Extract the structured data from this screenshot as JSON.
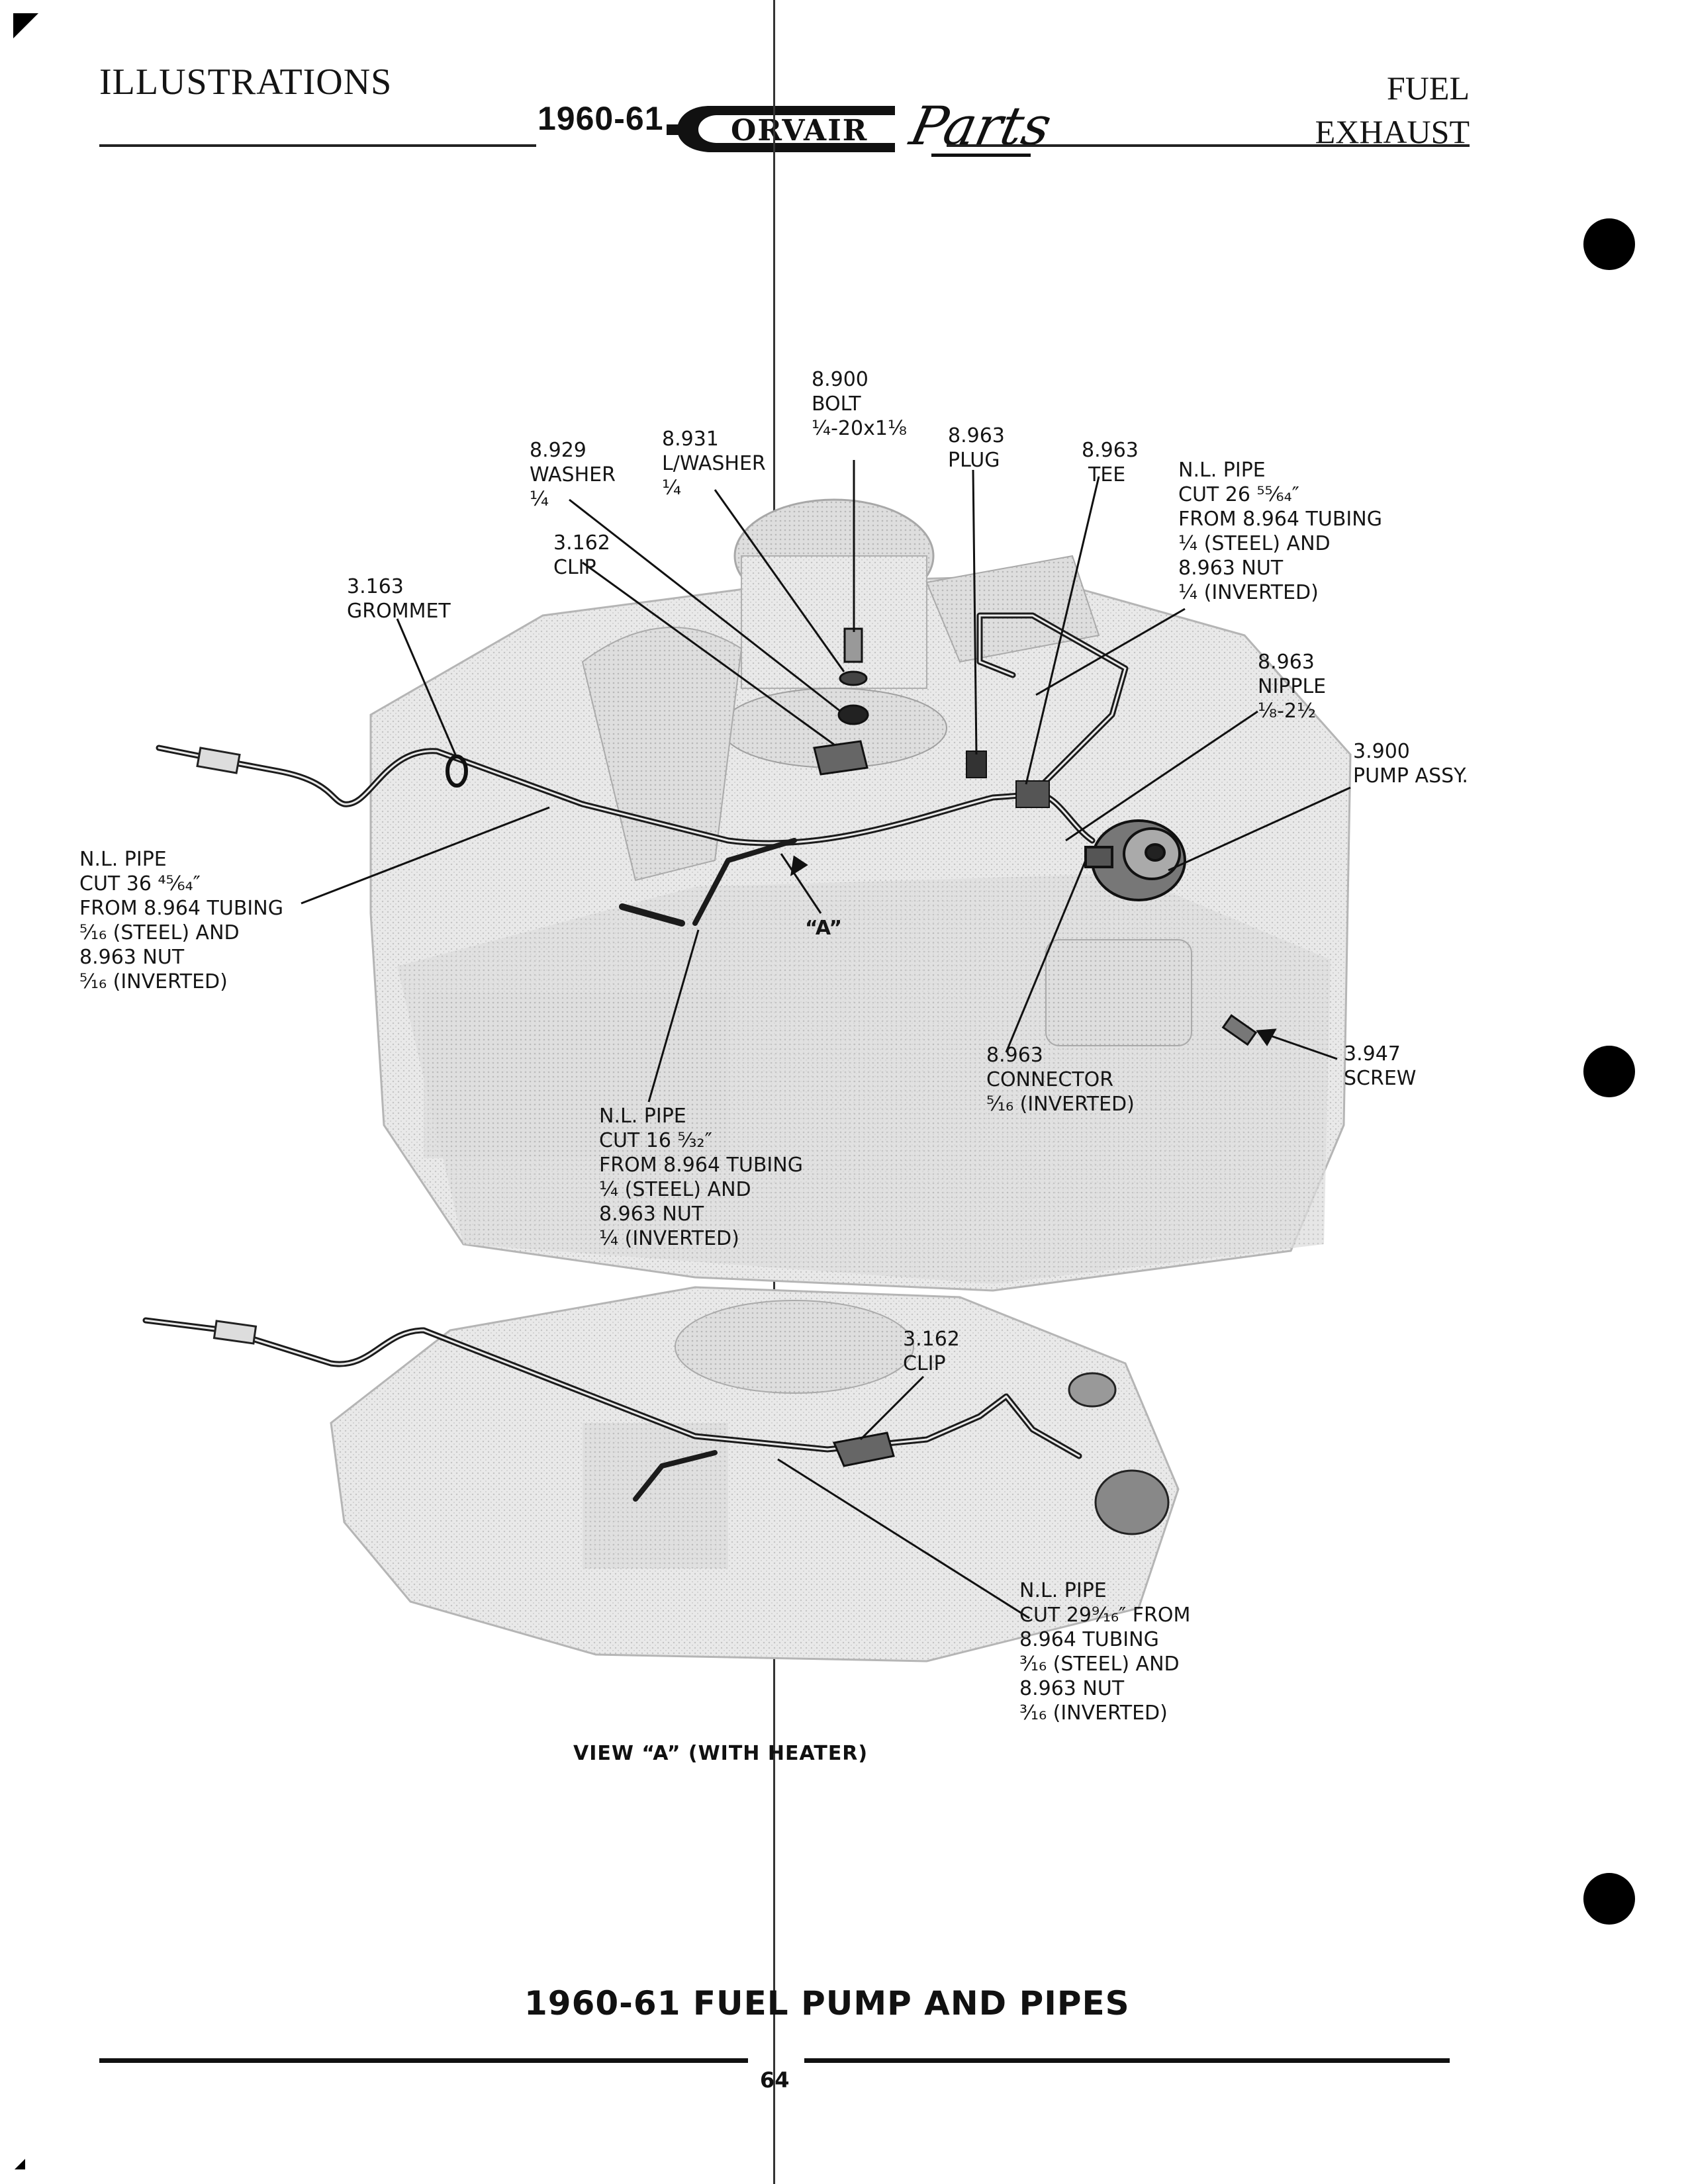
{
  "header": {
    "section_left": "ILLUSTRATIONS",
    "year": "1960-61",
    "logo_word": "ORVAIR",
    "logo_initial": "C",
    "logo_script": "Parts",
    "section_right_1": "FUEL",
    "section_right_2": "EXHAUST"
  },
  "callouts": {
    "bolt": [
      "8.900",
      "BOLT",
      "¼-20x1⅛"
    ],
    "lwasher": [
      "8.931",
      "L/WASHER",
      "¼"
    ],
    "washer": [
      "8.929",
      "WASHER",
      "¼"
    ],
    "plug": [
      "8.963",
      "PLUG"
    ],
    "tee": [
      "8.963",
      "TEE"
    ],
    "pipe_top": [
      "N.L. PIPE",
      "CUT 26 ⁵⁵⁄₆₄″",
      "FROM 8.964 TUBING",
      "¼ (STEEL) AND",
      "8.963 NUT",
      "¼ (INVERTED)"
    ],
    "clip_top": [
      "3.162",
      "CLIP"
    ],
    "grommet": [
      "3.163",
      "GROMMET"
    ],
    "nipple": [
      "8.963",
      "NIPPLE",
      "⅛-2½"
    ],
    "pump": [
      "3.900",
      "PUMP ASSY."
    ],
    "pipe_left": [
      "N.L. PIPE",
      "CUT 36 ⁴⁵⁄₆₄″",
      "FROM 8.964 TUBING",
      "⁵⁄₁₆ (STEEL) AND",
      "8.963 NUT",
      "⁵⁄₁₆ (INVERTED)"
    ],
    "view_a_marker": "“A”",
    "screw": [
      "3.947",
      "SCREW"
    ],
    "connector": [
      "8.963",
      "CONNECTOR",
      "⁵⁄₁₆ (INVERTED)"
    ],
    "pipe_mid": [
      "N.L. PIPE",
      "CUT 16 ⁵⁄₃₂″",
      "FROM 8.964 TUBING",
      "¼ (STEEL) AND",
      "8.963 NUT",
      "¼ (INVERTED)"
    ],
    "clip_bottom": [
      "3.162",
      "CLIP"
    ],
    "pipe_bottom": [
      "N.L. PIPE",
      "CUT 29⁹⁄₁₆″ FROM",
      "8.964 TUBING",
      "³⁄₁₆ (STEEL) AND",
      "8.963 NUT",
      "³⁄₁₆ (INVERTED)"
    ]
  },
  "view_caption": "VIEW “A” (WITH HEATER)",
  "figure_title": "1960-61 FUEL PUMP AND PIPES",
  "page_number": "64"
}
